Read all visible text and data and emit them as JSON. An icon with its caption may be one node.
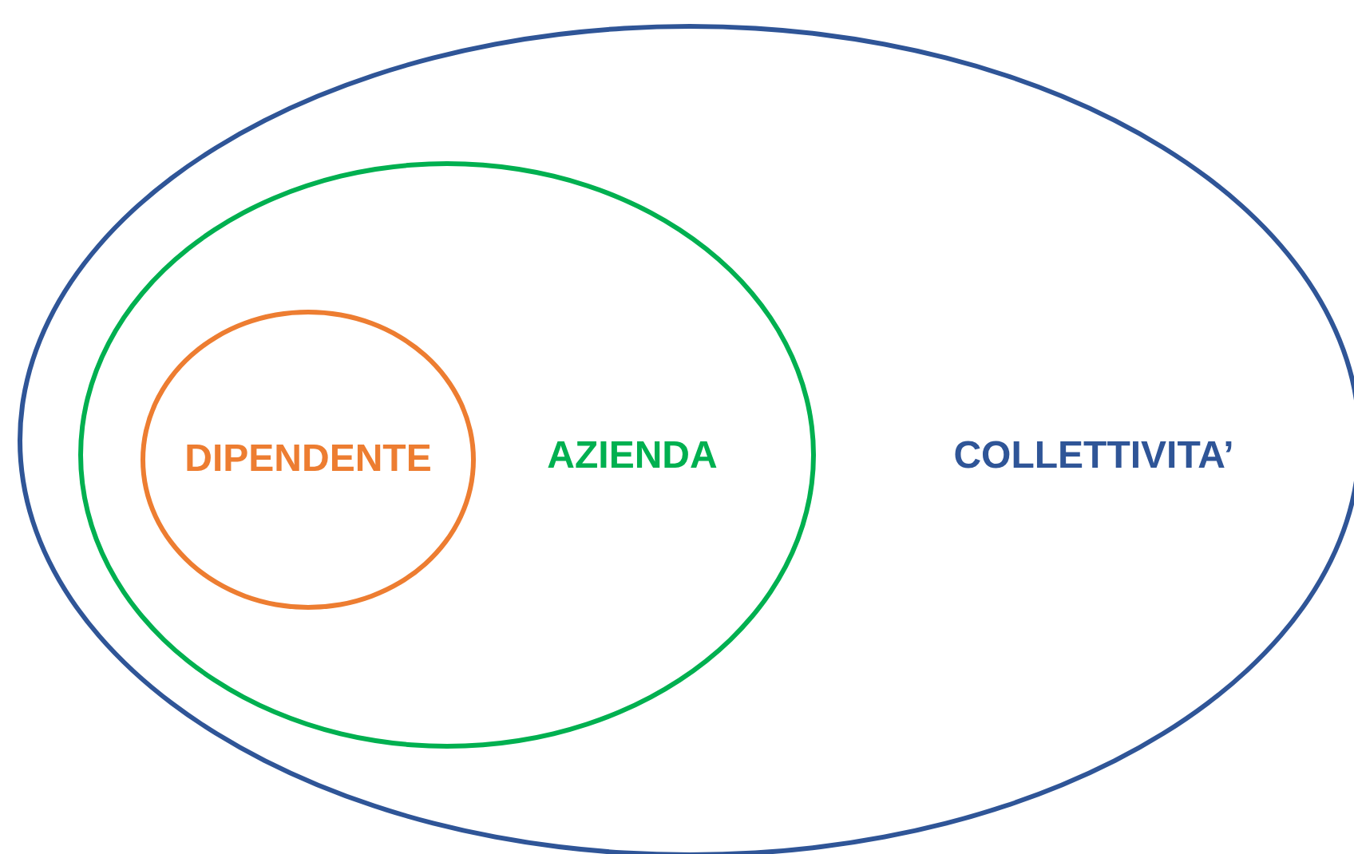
{
  "diagram": {
    "nodes": [
      {
        "text": [
          "COLLETTIVITA’"
        ]
      },
      {
        "text": [
          "AZIENDA"
        ],
        "in": 0
      },
      {
        "text": [
          "DIPENDENTE"
        ],
        "in": 1
      }
    ]
  }
}
